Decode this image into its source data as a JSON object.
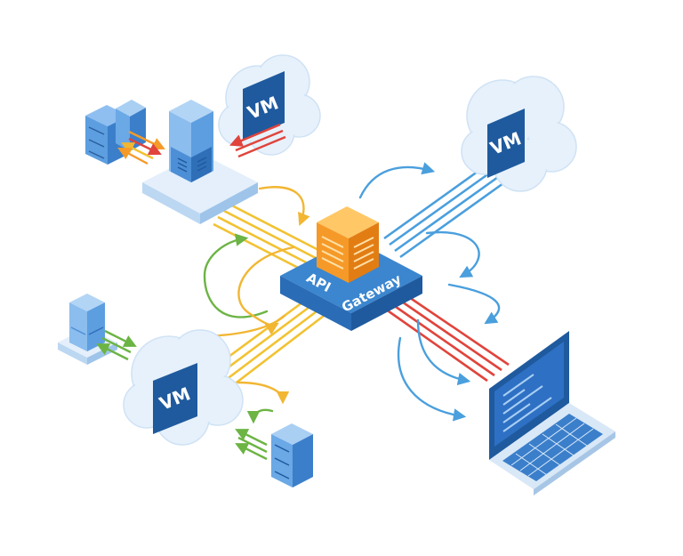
{
  "gateway": {
    "label_line1": "API",
    "label_line2": "Gateway"
  },
  "vms": {
    "top_left": "VM",
    "top_right": "VM",
    "bottom_left": "VM"
  },
  "colors": {
    "blue_dark": "#1f5a9e",
    "blue_mid": "#3b86cf",
    "blue_light": "#bcd7f1",
    "cloud": "#e7f1fb",
    "orange": "#f59a28",
    "yellow": "#f2c232",
    "red": "#e0443c",
    "green": "#6cb444",
    "arrow_blue": "#4a9fdd"
  }
}
